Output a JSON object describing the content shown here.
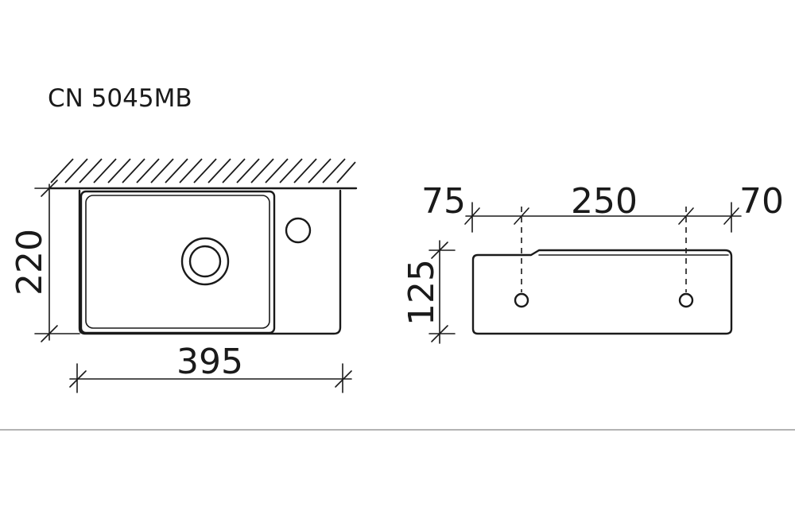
{
  "title": "CN 5045MB",
  "top_view": {
    "width_label": "395",
    "depth_label": "220"
  },
  "rear_view": {
    "left_offset_label": "75",
    "hole_spacing_label": "250",
    "right_offset_label": "70",
    "height_label": "125"
  }
}
